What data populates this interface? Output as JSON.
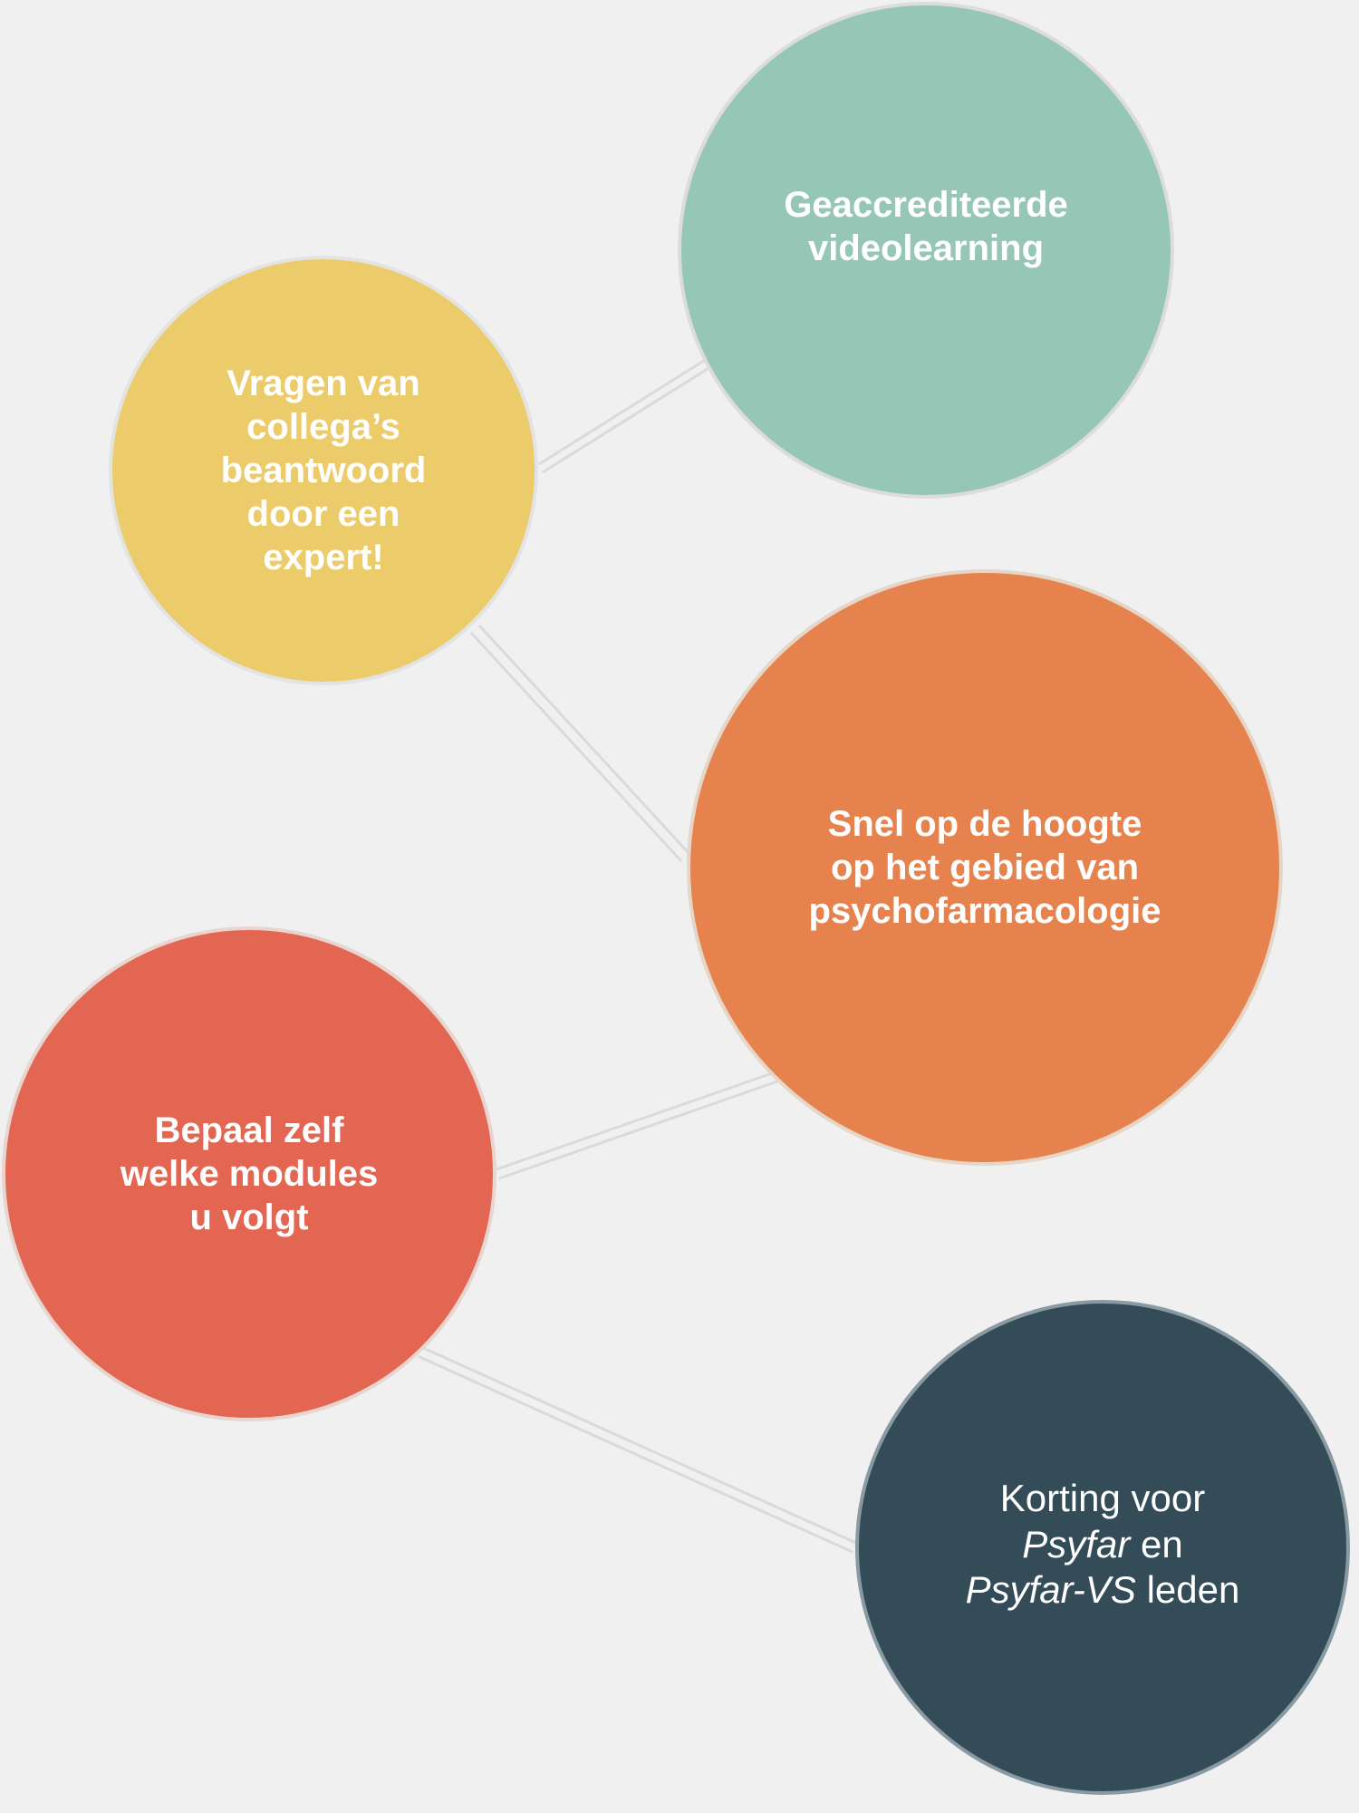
{
  "colors": {
    "background": "#f0f0f0",
    "connector": "#dadada",
    "green": "#95c6b6",
    "yellow": "#ebcb6a",
    "orange": "#e5824e",
    "red": "#e26652",
    "navy": "#344b58",
    "label": "#ffffff"
  },
  "nodes": {
    "videolearning": {
      "line1": "Geaccrediteerde",
      "line2": "videolearning"
    },
    "questions": {
      "line1": "Vragen van",
      "line2": "collega’s",
      "line3": "beantwoord",
      "line4": "door een",
      "line5": "expert!"
    },
    "uptodate": {
      "line1": "Snel op de hoogte",
      "line2": "op het gebied van",
      "line3": "psychofarmacologie"
    },
    "modules": {
      "line1": "Bepaal zelf",
      "line2": "welke modules",
      "line3": "u volgt"
    },
    "discount": {
      "line1": "Korting voor",
      "psyfar": "Psyfar",
      "and": " en",
      "psyfar_vs": "Psyfar-VS",
      "members": " leden"
    }
  }
}
